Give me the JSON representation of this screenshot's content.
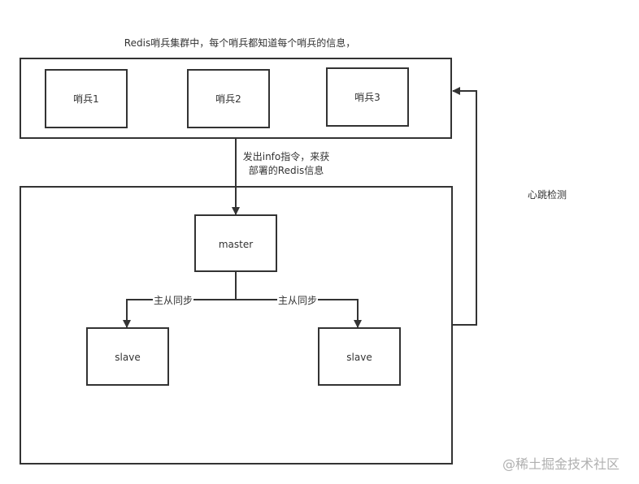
{
  "title": "Redis哨兵集群中，每个哨兵都知道每个哨兵的信息，",
  "sentinels": [
    "哨兵1",
    "哨兵2",
    "哨兵3"
  ],
  "info_edge_label_line1": "发出info指令，来获",
  "info_edge_label_line2": "部署的Redis信息",
  "master": "master",
  "slaves": [
    "slave",
    "slave"
  ],
  "sync_labels": [
    "主从同步",
    "主从同步"
  ],
  "heartbeat_label": "心跳检测",
  "watermark": "@稀土掘金技术社区",
  "colors": {
    "stroke": "#333333",
    "text": "#333333",
    "watermark": "#b0b0b0"
  }
}
